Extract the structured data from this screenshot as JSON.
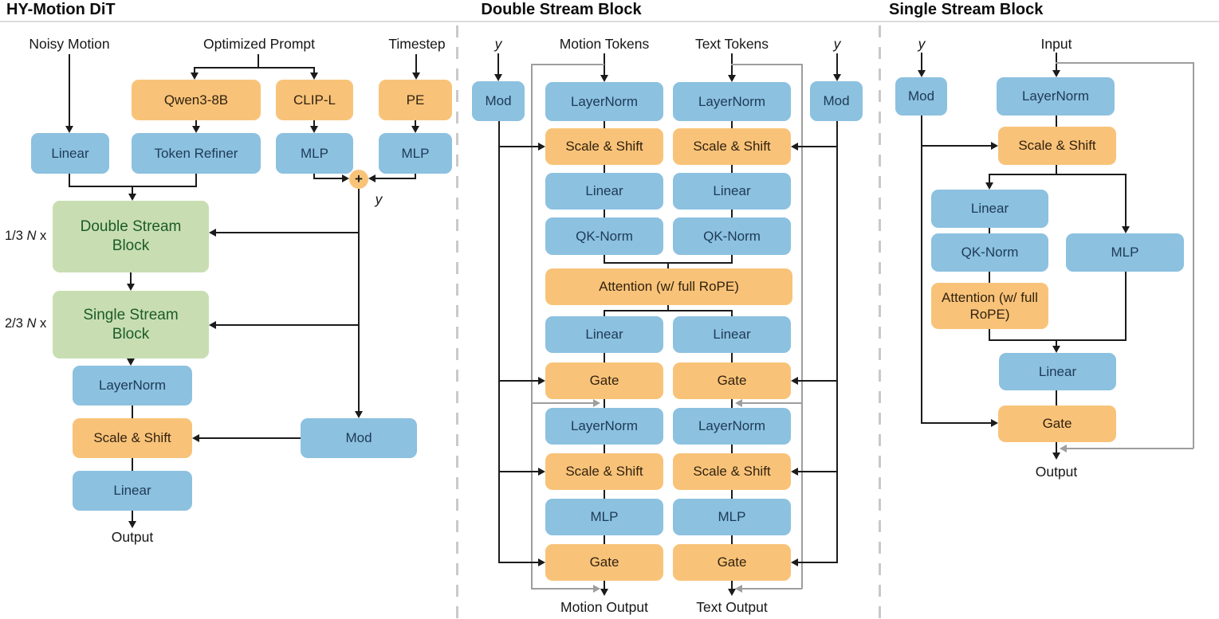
{
  "colors": {
    "box_blue": "#8CC1E0",
    "box_orange": "#F8C379",
    "box_green": "#C8DEB2",
    "line": "#1b1b1b",
    "skip_gray": "#9e9e9e",
    "blue_text": "#1E3A56",
    "orange_text": "#33220F",
    "green_text": "#1C5B28"
  },
  "left": {
    "title": "HY-Motion DiT",
    "noisy_motion": "Noisy Motion",
    "optimized_prompt": "Optimized Prompt",
    "timestep": "Timestep",
    "qwen": "Qwen3-8B",
    "clip": "CLIP-L",
    "pe": "PE",
    "linear_in": "Linear",
    "token_refiner": "Token Refiner",
    "mlp_clip": "MLP",
    "mlp_pe": "MLP",
    "plus": "+",
    "y_label": "y",
    "dsb": "Double Stream Block",
    "ssb": "Single Stream Block",
    "dsb_mult_frac": "1/3",
    "ssb_mult_frac": "2/3",
    "mult_n": "N",
    "mult_x": "x",
    "layernorm": "LayerNorm",
    "scale_shift": "Scale & Shift",
    "linear_out": "Linear",
    "mod": "Mod",
    "output": "Output"
  },
  "middle": {
    "title": "Double Stream Block",
    "y_left": "y",
    "motion_tokens": "Motion Tokens",
    "text_tokens": "Text Tokens",
    "y_right": "y",
    "mod_left": "Mod",
    "mod_right": "Mod",
    "rows_top": [
      "LayerNorm",
      "Scale & Shift",
      "Linear",
      "QK-Norm"
    ],
    "attention": "Attention (w/ full RoPE)",
    "rows_bottom": [
      "Linear",
      "Gate",
      "LayerNorm",
      "Scale & Shift",
      "MLP",
      "Gate"
    ],
    "motion_output": "Motion Output",
    "text_output": "Text Output"
  },
  "right": {
    "title": "Single Stream Block",
    "y_label": "y",
    "input": "Input",
    "mod": "Mod",
    "layernorm": "LayerNorm",
    "scale_shift": "Scale & Shift",
    "linear_qkv": "Linear",
    "qk_norm": "QK-Norm",
    "mlp": "MLP",
    "attention": "Attention (w/ full RoPE)",
    "linear_out": "Linear",
    "gate": "Gate",
    "output": "Output"
  }
}
